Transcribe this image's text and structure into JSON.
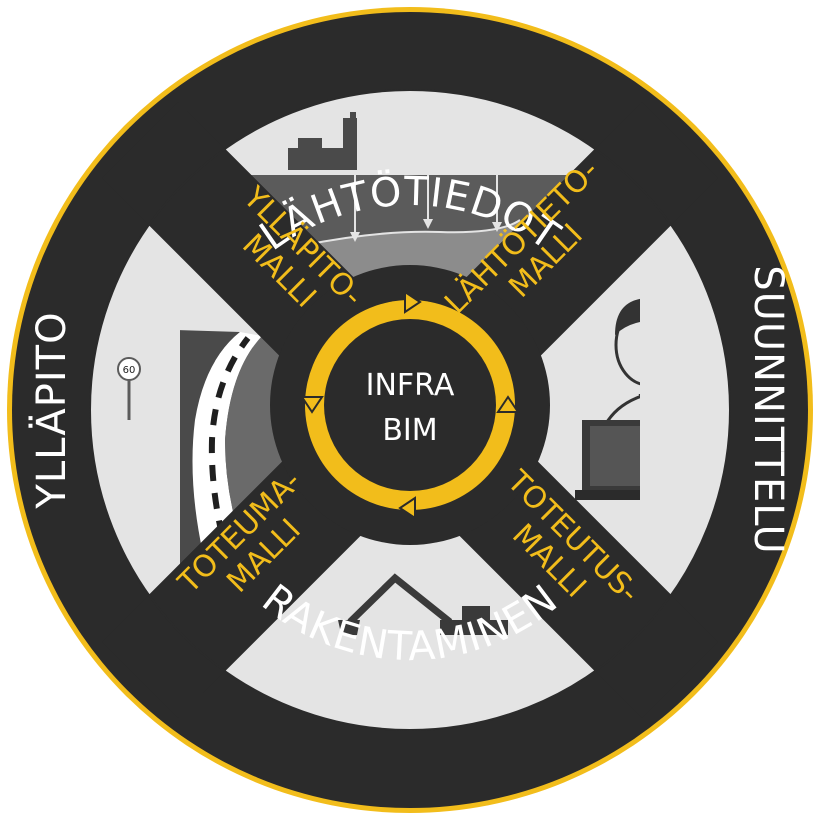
{
  "outer_labels": {
    "top": "LÄHTÖTIEDOT",
    "right": "SUUNNITTELU",
    "bottom": "RAKENTAMINEN",
    "left": "YLLÄPITO"
  },
  "diagonal_labels": {
    "top_left": {
      "line1": "YLLÄPITO-",
      "line2": "MALLI"
    },
    "top_right": {
      "line1": "LÄHTÖTIETO-",
      "line2": "MALLI"
    },
    "bottom_right": {
      "line1": "TOTEUTUS-",
      "line2": "MALLI"
    },
    "bottom_left": {
      "line1": "TOTEUMA-",
      "line2": "MALLI"
    }
  },
  "center": {
    "line1": "INFRA",
    "line2": "BIM"
  },
  "speed_sign": "60",
  "colors": {
    "ring": "#2b2b2b",
    "rim": "#f2bd1b",
    "accent": "#f2bd1b",
    "panel": "#e4e4e4",
    "illustration": "#5b5b5b"
  },
  "icons": {
    "top": "drilling-rig-icon",
    "right": "designer-laptop-icon",
    "bottom": "excavator-icon",
    "left": "road-icon"
  }
}
